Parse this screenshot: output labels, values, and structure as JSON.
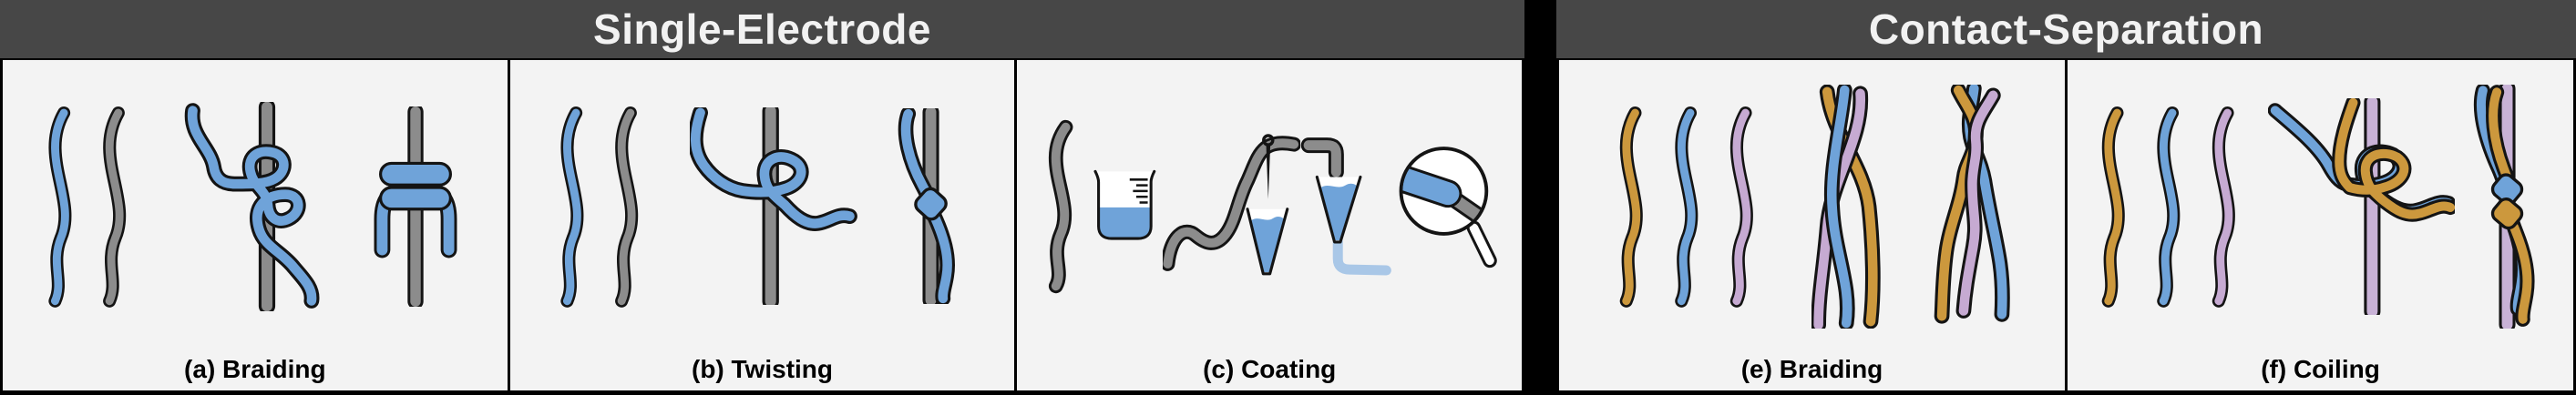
{
  "figure": {
    "sections": [
      {
        "title": "Single-Electrode",
        "panels": [
          {
            "label": "(a) Braiding",
            "icons": [
              "wavy-fiber-pair-icon",
              "rod-loose-braid-icon",
              "rod-tight-braid-icon"
            ]
          },
          {
            "label": "(b) Twisting",
            "icons": [
              "wavy-fiber-pair-icon",
              "rod-single-wrap-icon",
              "rod-twist-knot-icon"
            ]
          },
          {
            "label": "(c) Coating",
            "icons": [
              "wavy-fiber-icon",
              "beaker-solution-icon",
              "fiber-needle-vial-icon",
              "funnel-coating-icon",
              "magnifier-coated-fiber-icon"
            ]
          }
        ]
      },
      {
        "title": "Contact-Separation",
        "panels": [
          {
            "label": "(e) Braiding",
            "icons": [
              "wavy-fiber-trio-icon",
              "loose-three-braid-icon",
              "tight-three-braid-icon"
            ]
          },
          {
            "label": "(f) Coiling",
            "icons": [
              "wavy-fiber-trio-icon",
              "rod-pair-wrap-icon",
              "rod-pair-knots-icon"
            ]
          }
        ]
      }
    ]
  },
  "colors": {
    "header_bg": "#474747",
    "header_text": "#F2F2F2",
    "panel_bg": "#F3F3F3",
    "divider": "#000000",
    "outline": "#141414",
    "label_text": "#000000",
    "fiber_blue": "#6FA3D9",
    "fiber_gray": "#8C8C8C",
    "fiber_gold": "#CC983D",
    "fiber_lavender": "#C6AAD2",
    "rod_lavender": "#C8B2D6",
    "coating_blue": "#A9C7E7",
    "liquid_blue": "#6FA3D9"
  }
}
